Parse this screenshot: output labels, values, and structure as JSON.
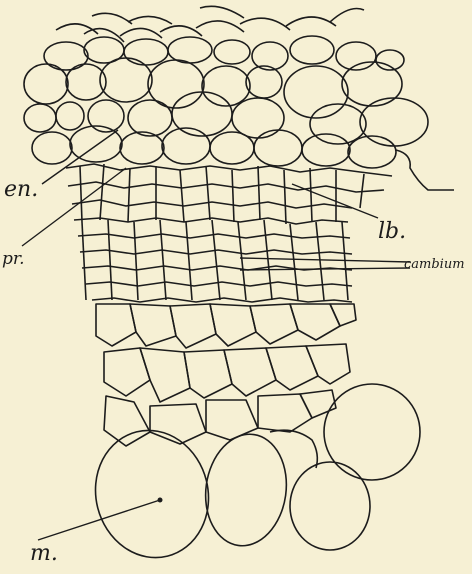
{
  "figure": {
    "background_color": "#f6f0d4",
    "ink_color": "#1c1c1c",
    "labels": {
      "en": "en.",
      "pr": "pr.",
      "lb": "lb.",
      "cambium": "cambium",
      "m": "m."
    }
  }
}
